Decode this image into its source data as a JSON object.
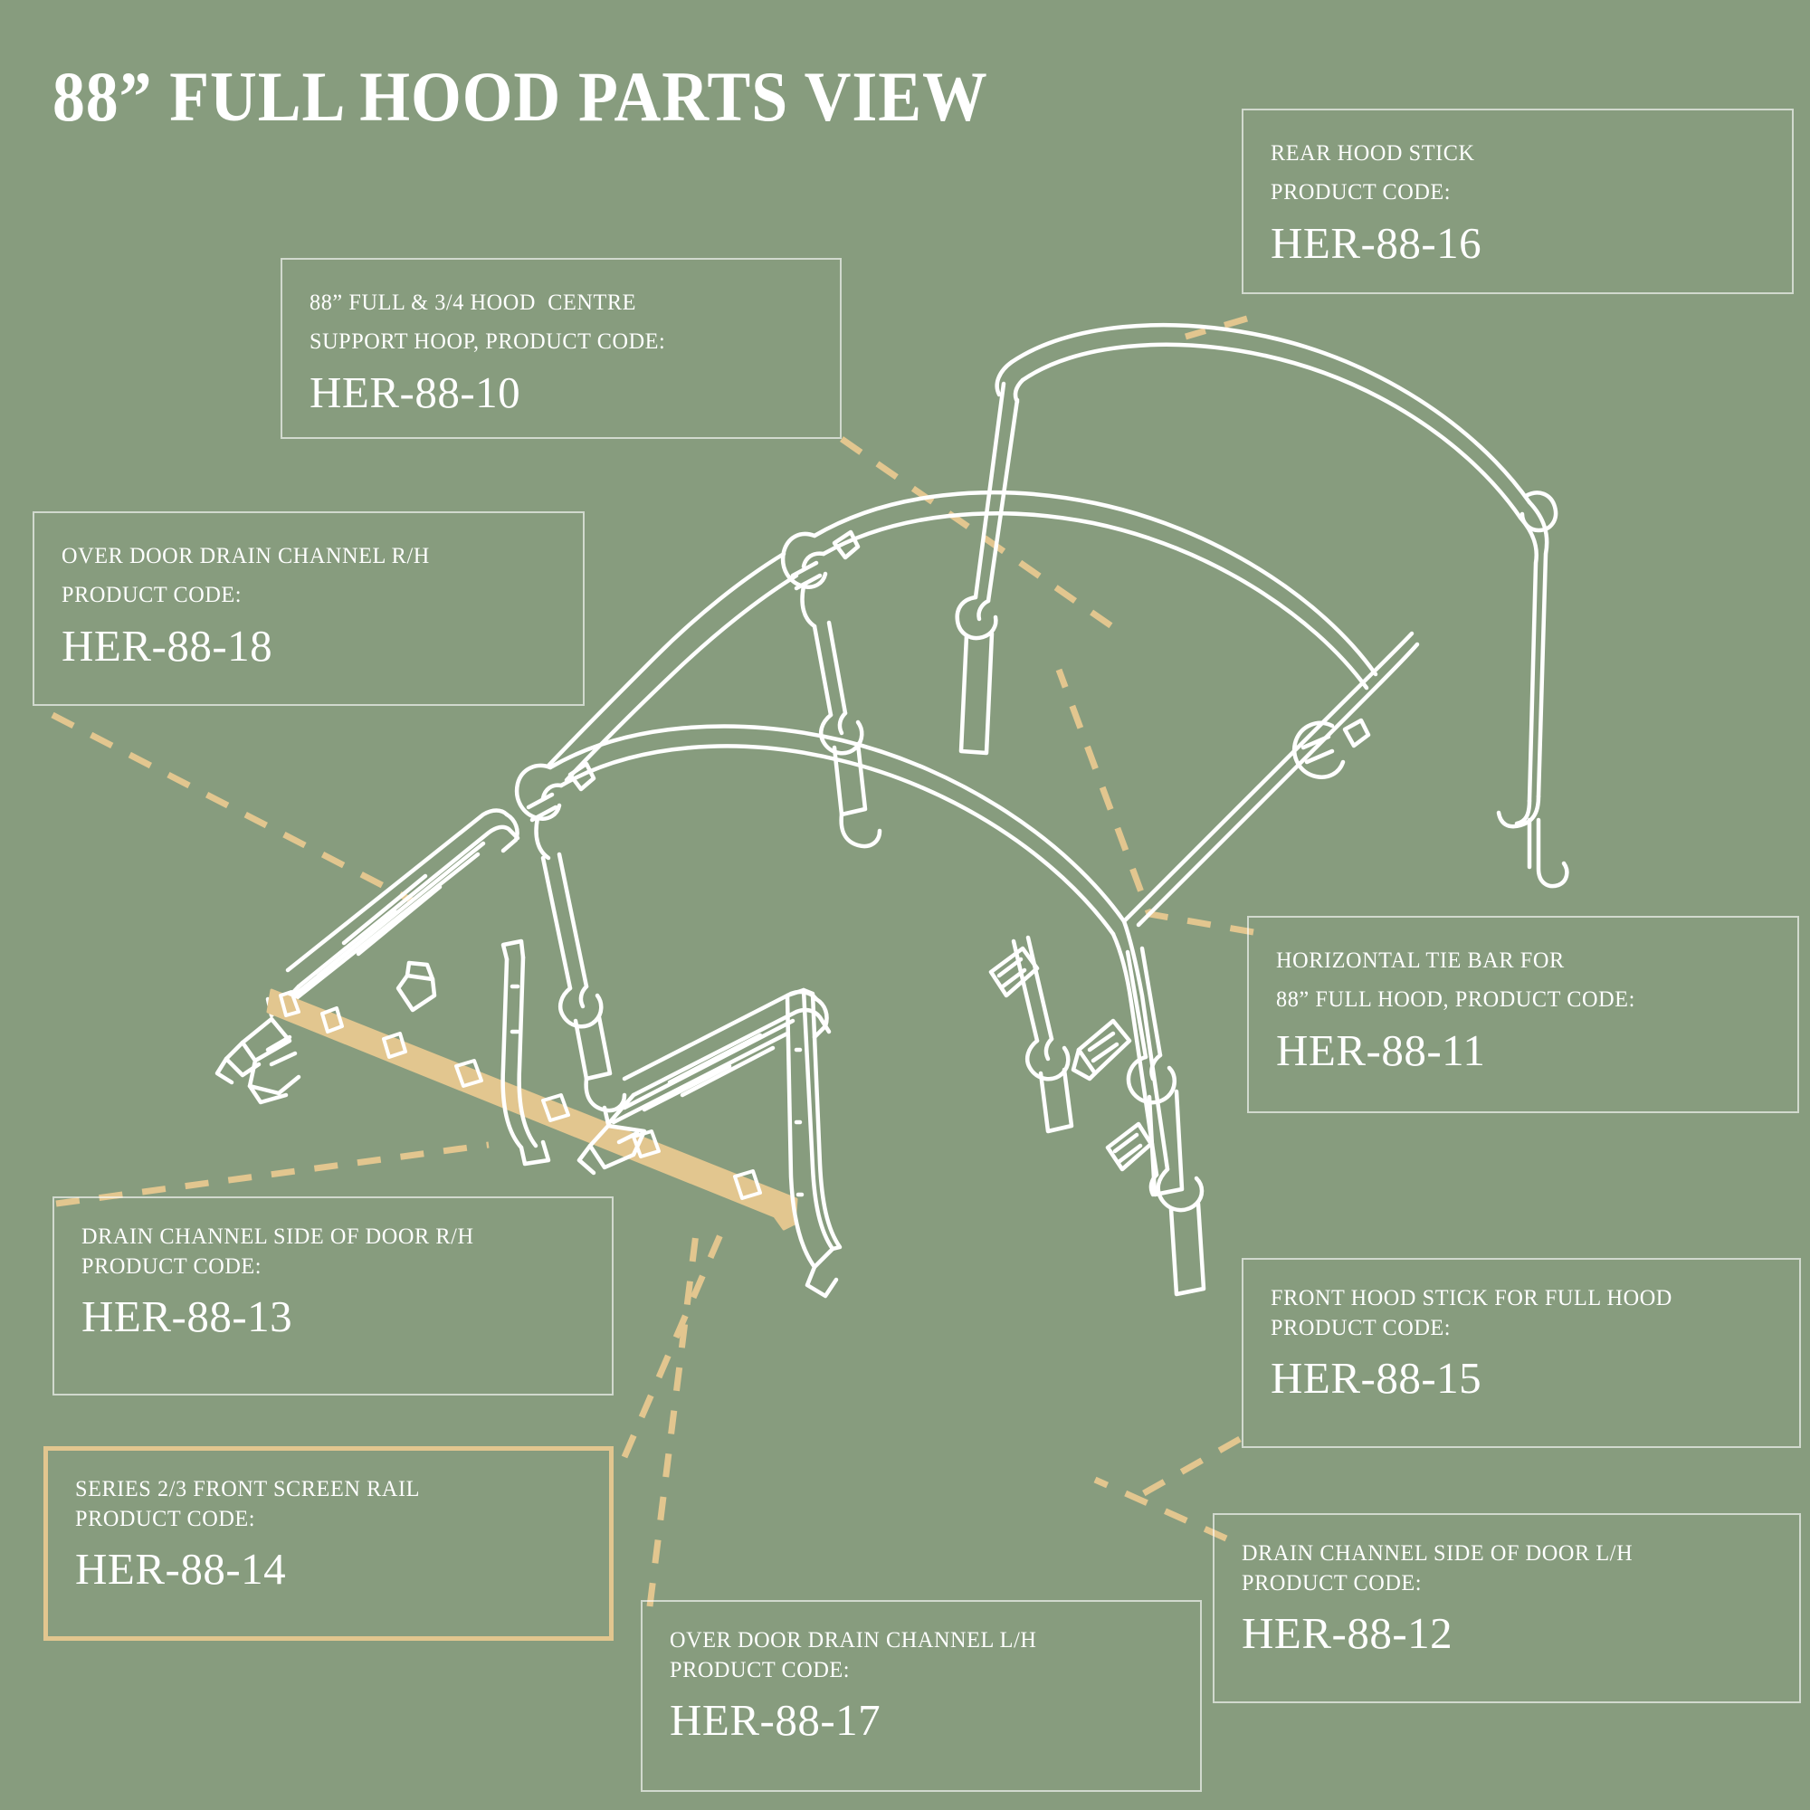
{
  "page": {
    "title": "88” FULL HOOD PARTS VIEW",
    "background_color": "#879C7E",
    "line_color": "#FFFFFF",
    "accent_color": "#E2C68F",
    "box_border_color": "#C8D2C0"
  },
  "callouts": [
    {
      "id": "her-88-16",
      "label": "REAR HOOD STICK\nPRODUCT CODE:",
      "code": "HER-88-16",
      "highlighted": false
    },
    {
      "id": "her-88-10",
      "label": "88” FULL & 3/4 HOOD  CENTRE\nSUPPORT HOOP, PRODUCT CODE:",
      "code": "HER-88-10",
      "highlighted": false
    },
    {
      "id": "her-88-18",
      "label": "OVER DOOR DRAIN CHANNEL R/H\nPRODUCT CODE:",
      "code": "HER-88-18",
      "highlighted": false
    },
    {
      "id": "her-88-11",
      "label": "HORIZONTAL TIE BAR FOR\n88” FULL HOOD, PRODUCT CODE:",
      "code": "HER-88-11",
      "highlighted": false
    },
    {
      "id": "her-88-13",
      "label": "DRAIN CHANNEL SIDE OF DOOR R/H\nPRODUCT CODE:",
      "code": "HER-88-13",
      "highlighted": false
    },
    {
      "id": "her-88-15",
      "label": "FRONT HOOD STICK FOR FULL HOOD\nPRODUCT CODE:",
      "code": "HER-88-15",
      "highlighted": false
    },
    {
      "id": "her-88-14",
      "label": "SERIES 2/3 FRONT SCREEN RAIL\nPRODUCT CODE:",
      "code": "HER-88-14",
      "highlighted": true
    },
    {
      "id": "her-88-12",
      "label": "DRAIN CHANNEL SIDE OF DOOR L/H\nPRODUCT CODE:",
      "code": "HER-88-12",
      "highlighted": false
    },
    {
      "id": "her-88-17",
      "label": "OVER DOOR DRAIN CHANNEL L/H\nPRODUCT CODE:",
      "code": "HER-88-17",
      "highlighted": false
    }
  ]
}
